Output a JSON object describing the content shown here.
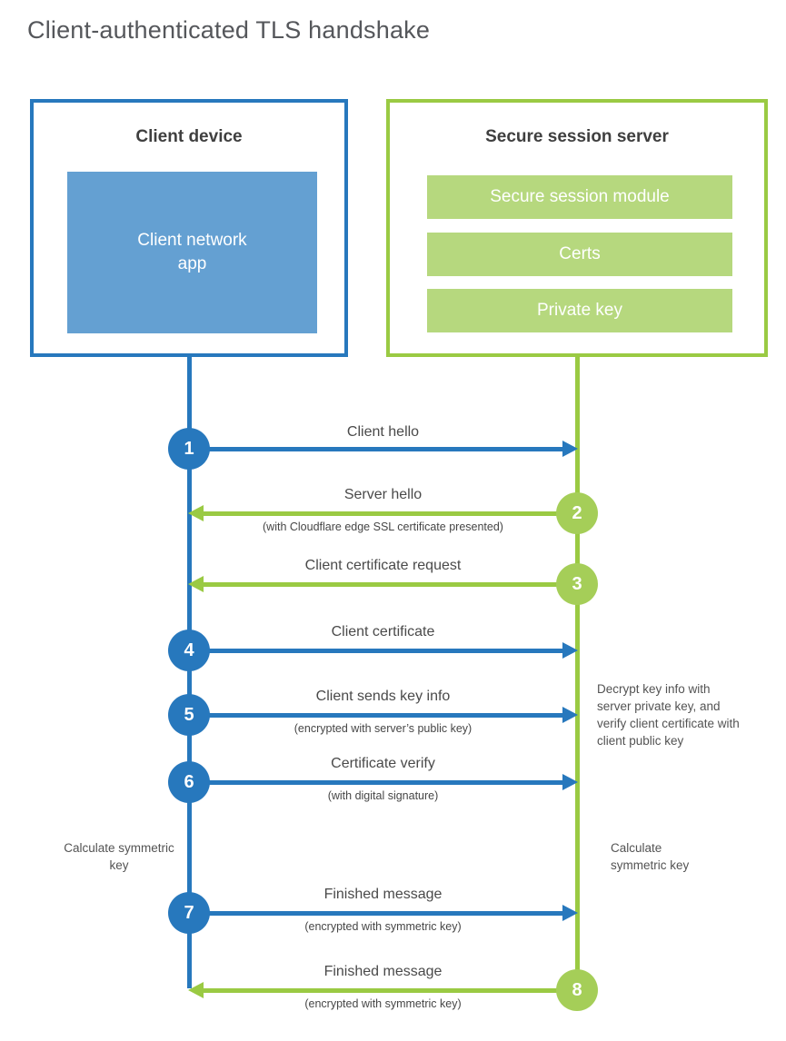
{
  "title": "Client-authenticated TLS handshake",
  "theme": {
    "blue": "#2778bd",
    "blue-fill": "#64a0d2",
    "green": "#9aca43",
    "green-circle": "#a5ce58",
    "green-fill": "#b6d87e",
    "heading": "#3f3f3f",
    "text": "#4a4a4a"
  },
  "client": {
    "heading": "Client device",
    "app": "Client network app"
  },
  "server": {
    "heading": "Secure session server",
    "modules": [
      "Secure session module",
      "Certs",
      "Private key"
    ]
  },
  "steps": [
    {
      "num": "1",
      "label": "Client hello",
      "sublabel": "",
      "direction": "client-to-server"
    },
    {
      "num": "2",
      "label": "Server hello",
      "sublabel": "(with Cloudflare edge SSL certificate presented)",
      "direction": "server-to-client"
    },
    {
      "num": "3",
      "label": "Client certificate request",
      "sublabel": "",
      "direction": "server-to-client"
    },
    {
      "num": "4",
      "label": "Client certificate",
      "sublabel": "",
      "direction": "client-to-server"
    },
    {
      "num": "5",
      "label": "Client sends key info",
      "sublabel": "(encrypted with server’s public key)",
      "direction": "client-to-server"
    },
    {
      "num": "6",
      "label": "Certificate verify",
      "sublabel": "(with digital signature)",
      "direction": "client-to-server"
    },
    {
      "num": "7",
      "label": "Finished message",
      "sublabel": "(encrypted with symmetric key)",
      "direction": "client-to-server"
    },
    {
      "num": "8",
      "label": "Finished message",
      "sublabel": "(encrypted with symmetric key)",
      "direction": "server-to-client"
    }
  ],
  "annotations": {
    "decrypt_note": "Decrypt key info with server private key, and verify client certificate with client public key",
    "calculate_left": "Calculate symmetric key",
    "calculate_right": "Calculate symmetric key"
  }
}
